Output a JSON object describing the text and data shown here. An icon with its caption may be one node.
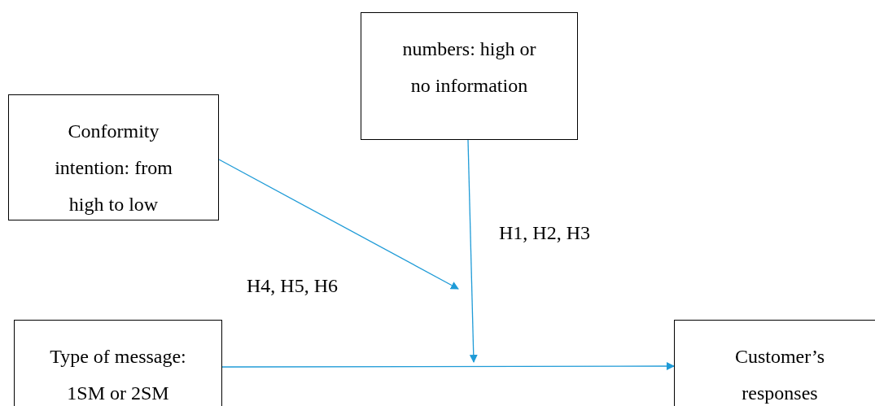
{
  "diagram": {
    "nodes": [
      {
        "text": [
          "Conformity intention: from high to low"
        ]
      },
      {
        "text": [
          "numbers: high or no information"
        ]
      },
      {
        "text": [
          "Type of message: 1SM or 2SM"
        ]
      },
      {
        "text": [
          "Customer’s responses"
        ]
      }
    ],
    "edges": [
      {
        "from": 0,
        "to": null,
        "arrow": "to"
      },
      {
        "from": 1,
        "to": null,
        "arrow": "to"
      },
      {
        "from": 2,
        "to": 3,
        "arrow": "to"
      }
    ],
    "labels": [
      "H1, H2, H3",
      "H4, H5, H6"
    ]
  }
}
